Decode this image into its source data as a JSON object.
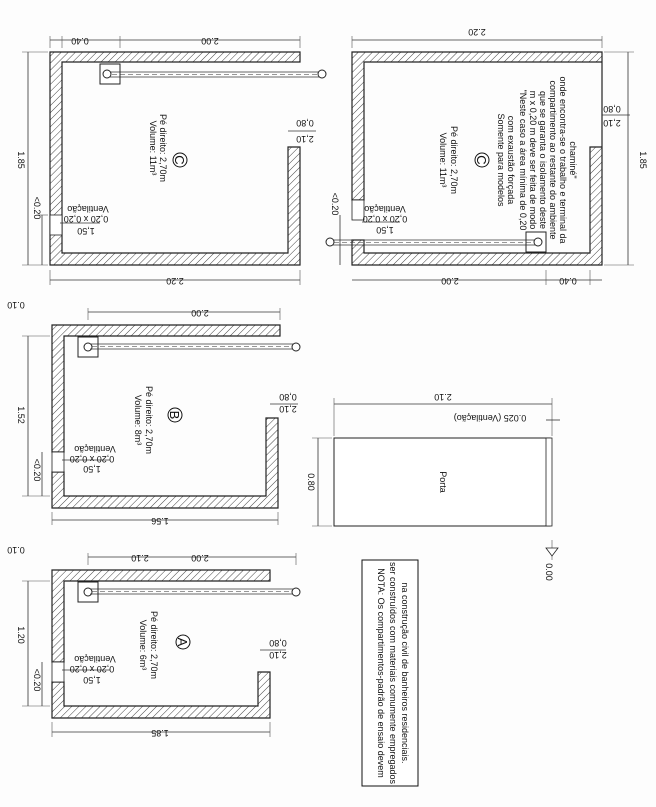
{
  "drawings": {
    "room_c": {
      "id": "C",
      "dim_top_left": "0.40",
      "dim_top": "2.00",
      "dim_bottom": "2.20",
      "dim_side": "1.85",
      "dim_vent_height": "<0.20",
      "door_width": "0,80",
      "door_height": "2,10",
      "vent_label": "Ventilação",
      "vent_size": "0,20 x 0,20",
      "vent_height": "1,50",
      "volume": "Volume: 11m³",
      "ceiling": "Pé direito: 2,70m"
    },
    "room_c_alt": {
      "id": "C",
      "dim_top": "2.20",
      "dim_bottom": "2.00",
      "dim_bottom_right": "0.40",
      "dim_side": "1.85",
      "dim_vent_height": "<0.20",
      "door_width": "0,80",
      "door_height": "2,10",
      "vent_label": "Ventilação",
      "vent_size": "0,20 x 0,20",
      "vent_height": "1,50",
      "volume": "Volume: 11m³",
      "ceiling": "Pé direito: 2,70m",
      "models_line1": "Somente para modelos",
      "models_line2": "com exaustão forçada",
      "note_line1": "\"Neste caso a área mínima de 0,20",
      "note_line2": "m x 0,20 m deve ser feita de modo",
      "note_line3": "que se garanta o isolamento deste",
      "note_line4": "compartimento ao restante do ambiente",
      "note_line5": "onde encontra-se o trabalho e terminal da",
      "note_line6": "chaminé\""
    },
    "room_b": {
      "id": "B",
      "dim_offset": "0.10",
      "dim_top": "2.00",
      "dim_bottom": "1.56",
      "dim_side": "1.52",
      "dim_vent_height": "<0.20",
      "door_width": "0,80",
      "door_height": "2,10",
      "vent_label": "Ventilação",
      "vent_size": "0,20 x 0,20",
      "vent_height": "1,50",
      "volume": "Volume: 8m³",
      "ceiling": "Pé direito: 2,70m"
    },
    "room_a": {
      "id": "A",
      "dim_offset": "0.10",
      "dim_top": "2.00",
      "dim_top_alt": "2.10",
      "dim_bottom": "1.85",
      "dim_side": "1.20",
      "dim_vent_height": "<0.20",
      "door_width": "0,80",
      "door_height": "2,10",
      "vent_label": "Ventilação",
      "vent_size": "0,20 x 0,20",
      "vent_height": "1,50",
      "volume": "Volume: 6m³",
      "ceiling": "Pé direito: 2,70m"
    }
  },
  "door": {
    "label": "Porta",
    "height": "2.10",
    "ventilation_gap": "0.025 (Ventilação)",
    "width": "0.80",
    "level": "0.00"
  },
  "note": {
    "line1": "NOTA: Os compartimentos-padrão de ensaio devem",
    "line2": "ser construídos com materiais comumente empregados",
    "line3": "na construção civil de banheiros residenciais."
  }
}
